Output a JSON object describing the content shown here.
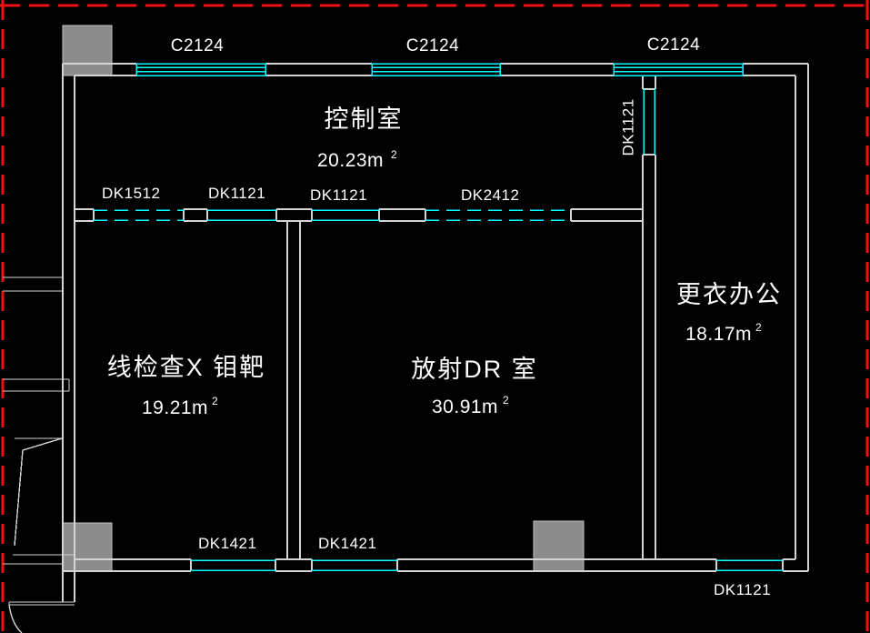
{
  "drawing_type": "floor-plan",
  "windows": {
    "w1_label": "C2124",
    "w2_label": "C2124",
    "w3_label": "C2124"
  },
  "doors": {
    "dk1512": "DK1512",
    "dk1121_a": "DK1121",
    "dk1121_b": "DK1121",
    "dk2412": "DK2412",
    "dk1121_vertical": "DK1121",
    "dk1421_a": "DK1421",
    "dk1421_b": "DK1421",
    "dk1121_bottom": "DK1121"
  },
  "rooms": {
    "control": {
      "name": "控制室",
      "area": "20.23m",
      "area_exp": "2"
    },
    "xray": {
      "name": "线检查X 钼靶",
      "area": "19.21m",
      "area_exp": "2"
    },
    "dr": {
      "name": "放射DR 室",
      "area": "30.91m",
      "area_exp": "2"
    },
    "dressing": {
      "name": "更衣办公",
      "area": "18.17m",
      "area_exp": "2"
    }
  },
  "colors": {
    "background": "#000000",
    "wall_line": "#d4d4d4",
    "fixture_cyan": "#00ffff",
    "boundary_red": "#f01010",
    "column_fill": "#8c8c8c",
    "text": "#ffffff"
  }
}
